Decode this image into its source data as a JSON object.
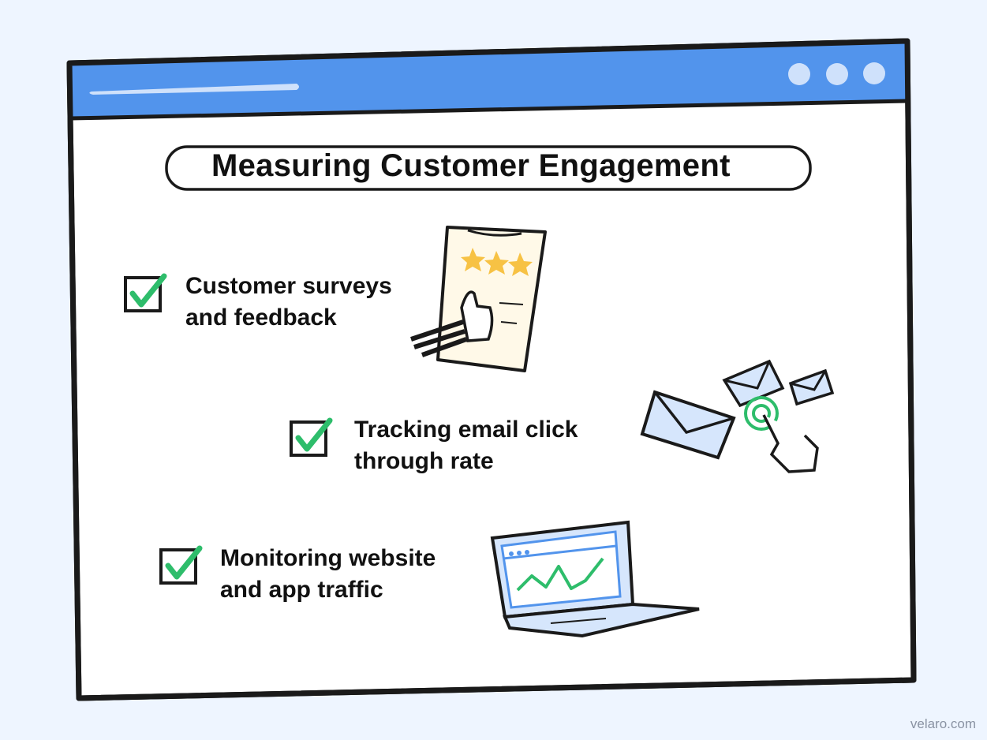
{
  "title": "Measuring Customer Engagement",
  "items": [
    {
      "line1": "Customer surveys",
      "line2": "and feedback",
      "icon": "rating-clipboard"
    },
    {
      "line1": "Tracking email click",
      "line2": "through rate",
      "icon": "email-click"
    },
    {
      "line1": "Monitoring website",
      "line2": "and app traffic",
      "icon": "laptop-chart"
    }
  ],
  "watermark": "velaro.com",
  "colors": {
    "titlebar": "#5294EC",
    "check": "#2EBD6B",
    "background": "#EEF5FF",
    "star": "#F7C244"
  }
}
